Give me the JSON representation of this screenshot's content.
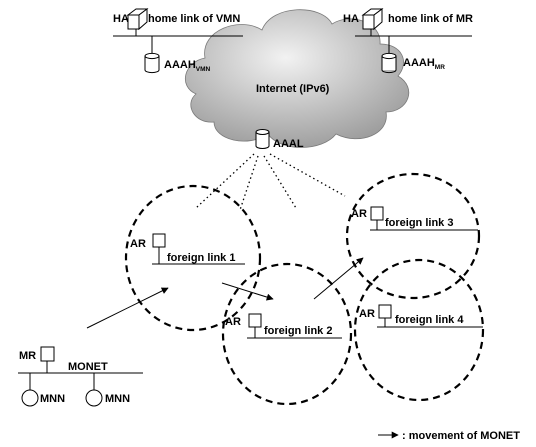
{
  "diagram": {
    "home_vmn": {
      "ha_label": "HA",
      "link_label": "home link of VMN",
      "aaa_label": "AAAH",
      "aaa_sub": "VMN"
    },
    "home_mr": {
      "ha_label": "HA",
      "link_label": "home link of MR",
      "aaa_label": "AAAH",
      "aaa_sub": "MR"
    },
    "internet_label": "Internet (IPv6)",
    "aaal_label": "AAAL",
    "foreign_links": [
      {
        "ar_label": "AR",
        "link_label": "foreign link 1"
      },
      {
        "ar_label": "AR",
        "link_label": "foreign link 2"
      },
      {
        "ar_label": "AR",
        "link_label": "foreign link 3"
      },
      {
        "ar_label": "AR",
        "link_label": "foreign link 4"
      }
    ],
    "monet": {
      "mr_label": "MR",
      "network_label": "MONET",
      "mnn_labels": [
        "MNN",
        "MNN"
      ]
    },
    "legend": {
      "text": ": movement of MONET"
    },
    "colors": {
      "cloud_light": "#f2f2f2",
      "cloud_dark": "#9a9a9a",
      "line": "#000000"
    }
  }
}
